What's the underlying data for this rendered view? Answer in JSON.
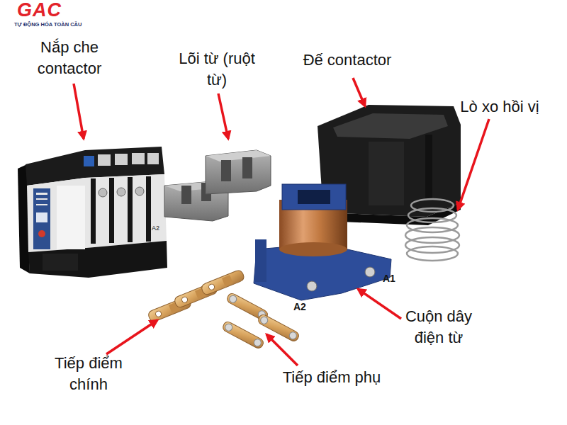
{
  "diagram": {
    "labels": [
      "GAC",
      "TỰ ĐỘNG HÓA TOÀN CẦU",
      "Nắp che contactor",
      "Lõi từ (ruột từ)",
      "Đế contactor",
      "Lò xo hồi vị",
      "A2",
      "A1",
      "A2",
      "Cuộn dây điện từ",
      "Tiếp điểm chính",
      "Tiếp điểm phụ"
    ]
  }
}
